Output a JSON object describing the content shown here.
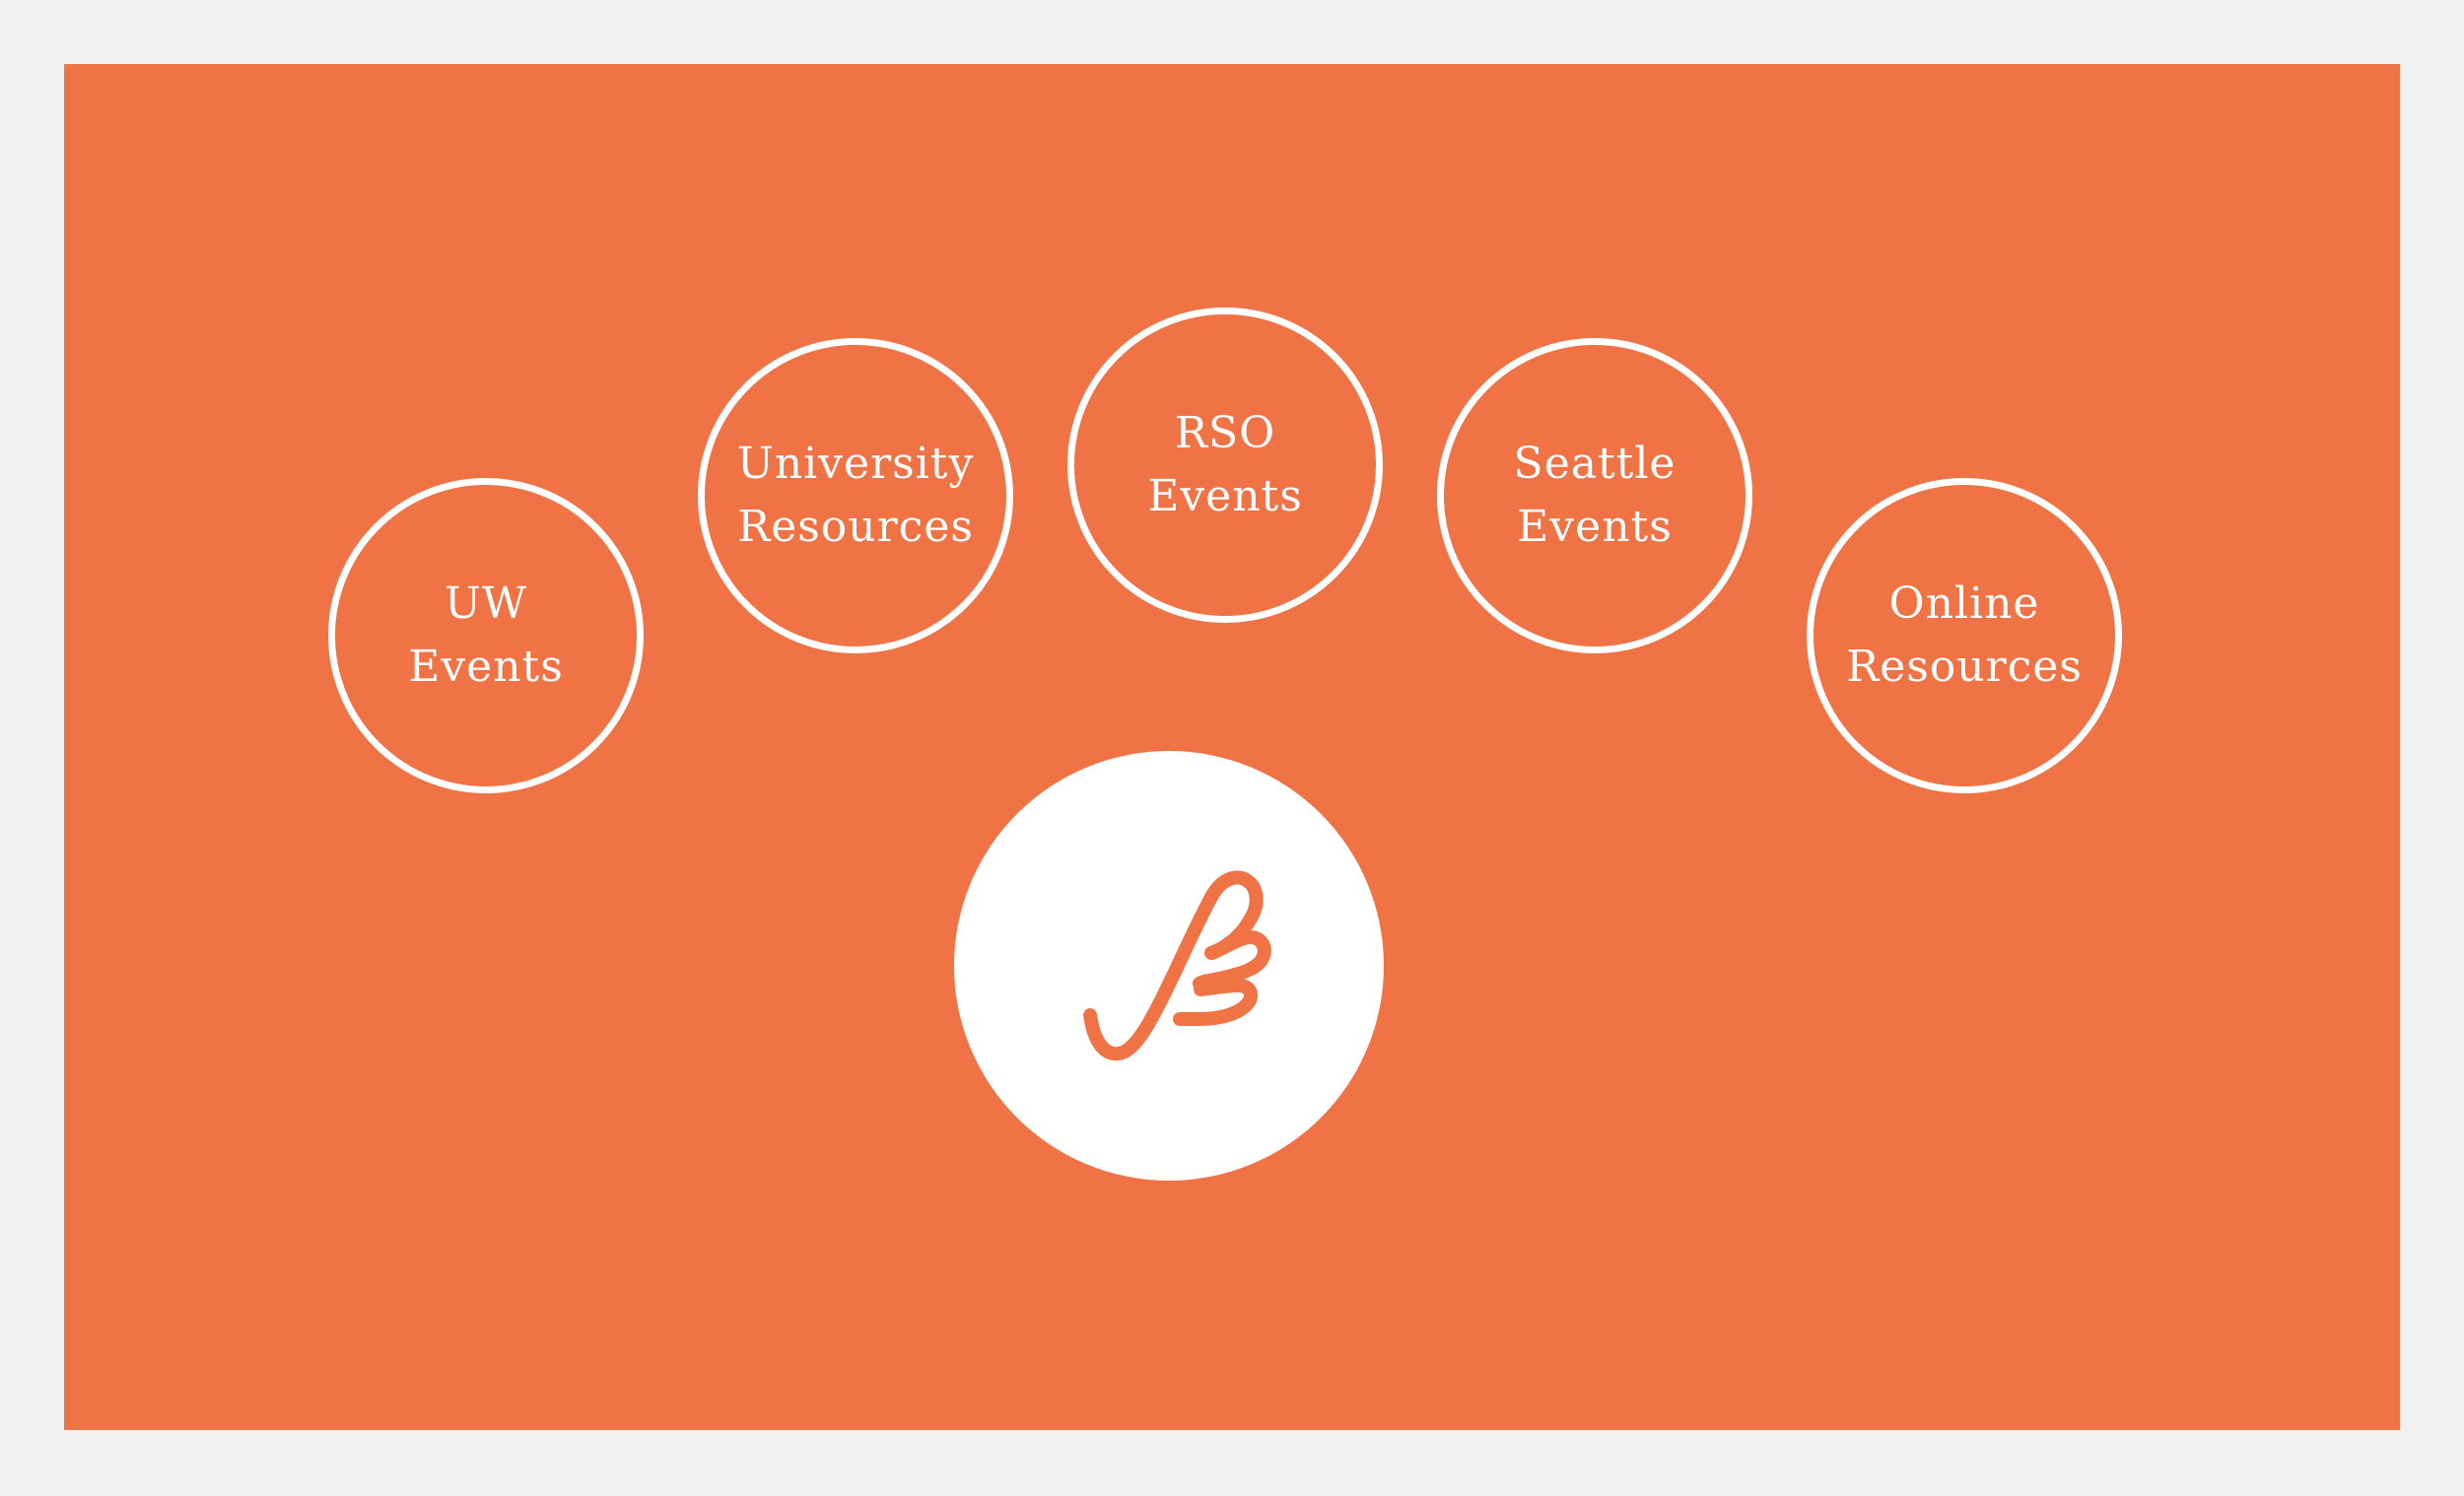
{
  "colors": {
    "background": "#f1f1f1",
    "panel": "#ef7345",
    "foreground": "#ffffff"
  },
  "nodes": [
    {
      "id": "uw-events",
      "lines": [
        "UW",
        "Events"
      ]
    },
    {
      "id": "university-resources",
      "lines": [
        "University",
        "Resources"
      ]
    },
    {
      "id": "rso-events",
      "lines": [
        "RSO",
        "Events"
      ]
    },
    {
      "id": "seattle-events",
      "lines": [
        "Seattle",
        "Events"
      ]
    },
    {
      "id": "online-resources",
      "lines": [
        "Online",
        "Resources"
      ]
    }
  ],
  "hub": {
    "icon": "script-b-logo-icon"
  }
}
